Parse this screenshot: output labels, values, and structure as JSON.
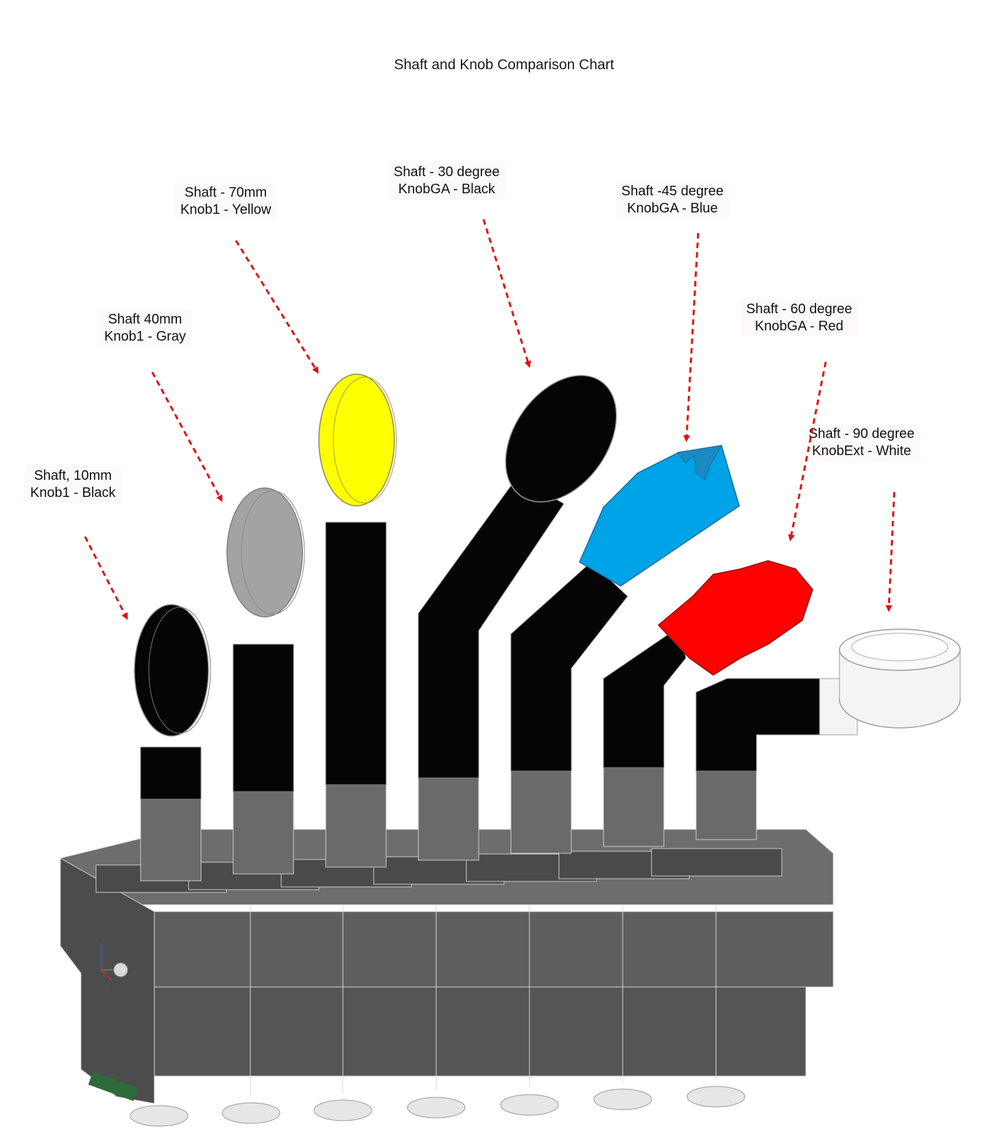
{
  "title": "Shaft and Knob Comparison Chart",
  "colors": {
    "arrow": "#e01010",
    "housing": "#585858",
    "housing_dark": "#3f3f3f",
    "shaft_stem": "#6a6a6a",
    "shaft_black": "#050505",
    "knob_black": "#050505",
    "knob_gray": "#a3a3a3",
    "knob_yellow": "#ffff00",
    "knob_blue": "#00a2e8",
    "knob_red": "#ff0000",
    "knob_white": "#f4f4f4"
  },
  "annotations": [
    {
      "shaft": "Shaft, 10mm",
      "knob": "Knob1 - Black",
      "knob_color": "black"
    },
    {
      "shaft": "Shaft 40mm",
      "knob": "Knob1 - Gray",
      "knob_color": "gray"
    },
    {
      "shaft": "Shaft - 70mm",
      "knob": "Knob1 - Yellow",
      "knob_color": "yellow"
    },
    {
      "shaft": "Shaft - 30 degree",
      "knob": "KnobGA - Black",
      "knob_color": "black"
    },
    {
      "shaft": "Shaft -45 degree",
      "knob": "KnobGA - Blue",
      "knob_color": "blue"
    },
    {
      "shaft": "Shaft - 60 degree",
      "knob": "KnobGA - Red",
      "knob_color": "red"
    },
    {
      "shaft": "Shaft - 90 degree",
      "knob": "KnobExt - White",
      "knob_color": "white"
    }
  ],
  "axis_triad": {
    "x": "x",
    "y": "y",
    "z": "z"
  }
}
